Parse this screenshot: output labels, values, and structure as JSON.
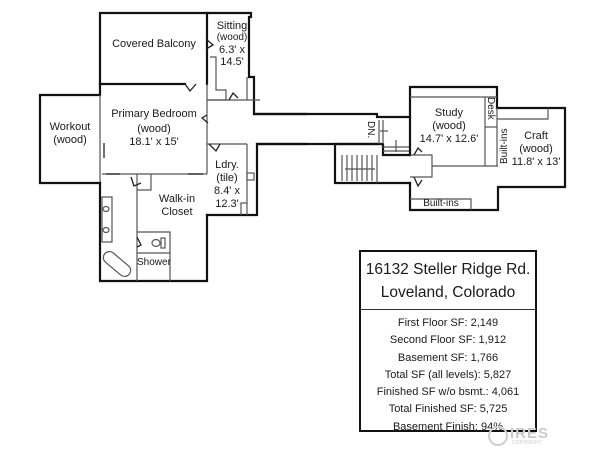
{
  "rooms": {
    "covered_balcony": {
      "name": "Covered Balcony"
    },
    "sitting": {
      "name": "Sitting",
      "floor": "(wood)",
      "dim_a": "6.3' x",
      "dim_b": "14.5'"
    },
    "primary_bedroom": {
      "name": "Primary Bedroom",
      "floor": "(wood)",
      "dims": "18.1' x 15'"
    },
    "workout": {
      "name": "Workout",
      "floor": "(wood)"
    },
    "laundry": {
      "name": "Ldry.",
      "floor": "(tile)",
      "dim_a": "8.4' x",
      "dim_b": "12.3'"
    },
    "walk_in_closet": {
      "name_a": "Walk-in",
      "name_b": "Closet"
    },
    "shower": {
      "name": "Shower"
    },
    "study": {
      "name": "Study",
      "floor": "(wood)",
      "dims": "14.7' x 12.6'"
    },
    "craft": {
      "name": "Craft",
      "floor": "(wood)",
      "dims": "11.8' x 13'"
    }
  },
  "fixtures": {
    "desk": "Desk",
    "built_ins_vertical": "Built-ins",
    "built_ins_horizontal": "Built-ins",
    "stairs_down": "DN."
  },
  "info_box": {
    "address_line1": "16132 Steller Ridge Rd.",
    "address_line2": "Loveland, Colorado",
    "stats": [
      "First Floor SF: 2,149",
      "Second Floor SF: 1,912",
      "Basement SF: 1,766",
      "Total SF (all levels): 5,827",
      "Finished SF w/o bsmt.: 4,061",
      "Total Finished SF: 5,725",
      "Basement Finish: 94%"
    ]
  },
  "watermark": {
    "text": "IRES",
    "subtext": "COPYRIGHT"
  }
}
